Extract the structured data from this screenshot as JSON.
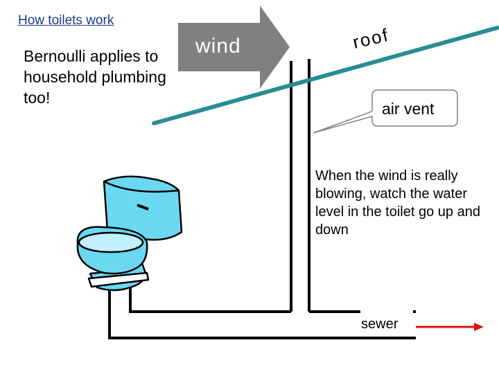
{
  "title": "How toilets work",
  "intro": "Bernoulli applies to household plumbing too!",
  "labels": {
    "wind": "wind",
    "roof": "roof",
    "air_vent": "air vent",
    "sewer": "sewer"
  },
  "note": "When the wind is really blowing, watch the water level in the toilet go up and down",
  "colors": {
    "title": "#1a3a8c",
    "roof_line": "#2a8c95",
    "wind_arrow": "#808080",
    "sewer_arrow": "#e01010",
    "toilet": "#6ad8f0"
  }
}
